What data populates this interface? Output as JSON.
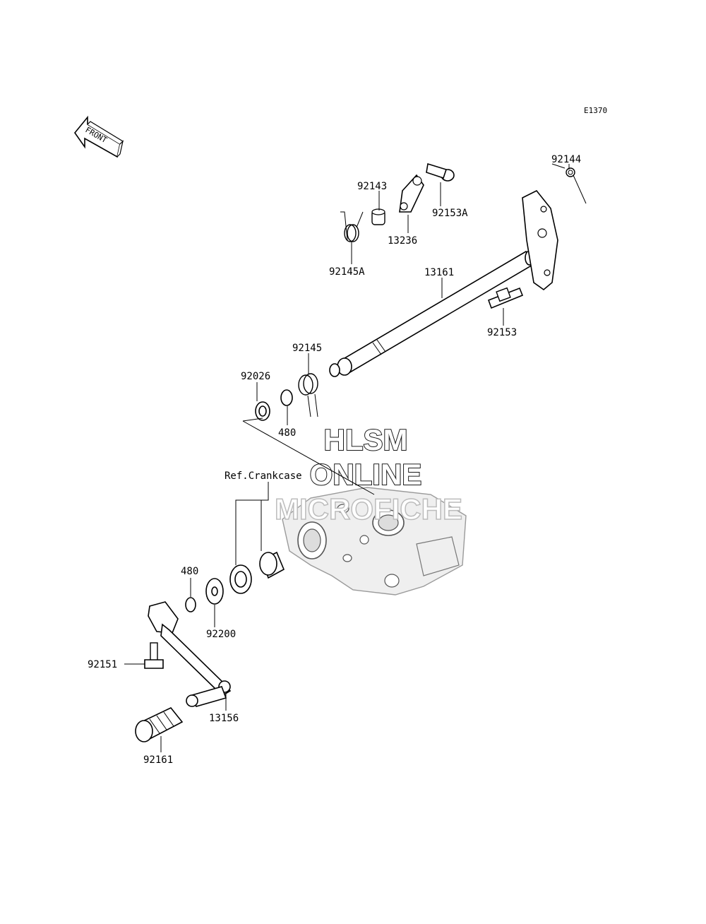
{
  "diagram_code": "E1370",
  "front_label": "FRONT",
  "reference_label": "Ref.Crankcase",
  "watermark": {
    "line1": "HLSM",
    "line2": "ONLINE",
    "line3": "MICROFICHE"
  },
  "parts": {
    "p92144": "92144",
    "p92143": "92143",
    "p92153A": "92153A",
    "p13236": "13236",
    "p92145A": "92145A",
    "p13161": "13161",
    "p92153": "92153",
    "p92145": "92145",
    "p92026": "92026",
    "p480_top": "480",
    "p480_bottom": "480",
    "p92200": "92200",
    "p92151": "92151",
    "p13156": "13156",
    "p92161": "92161"
  }
}
